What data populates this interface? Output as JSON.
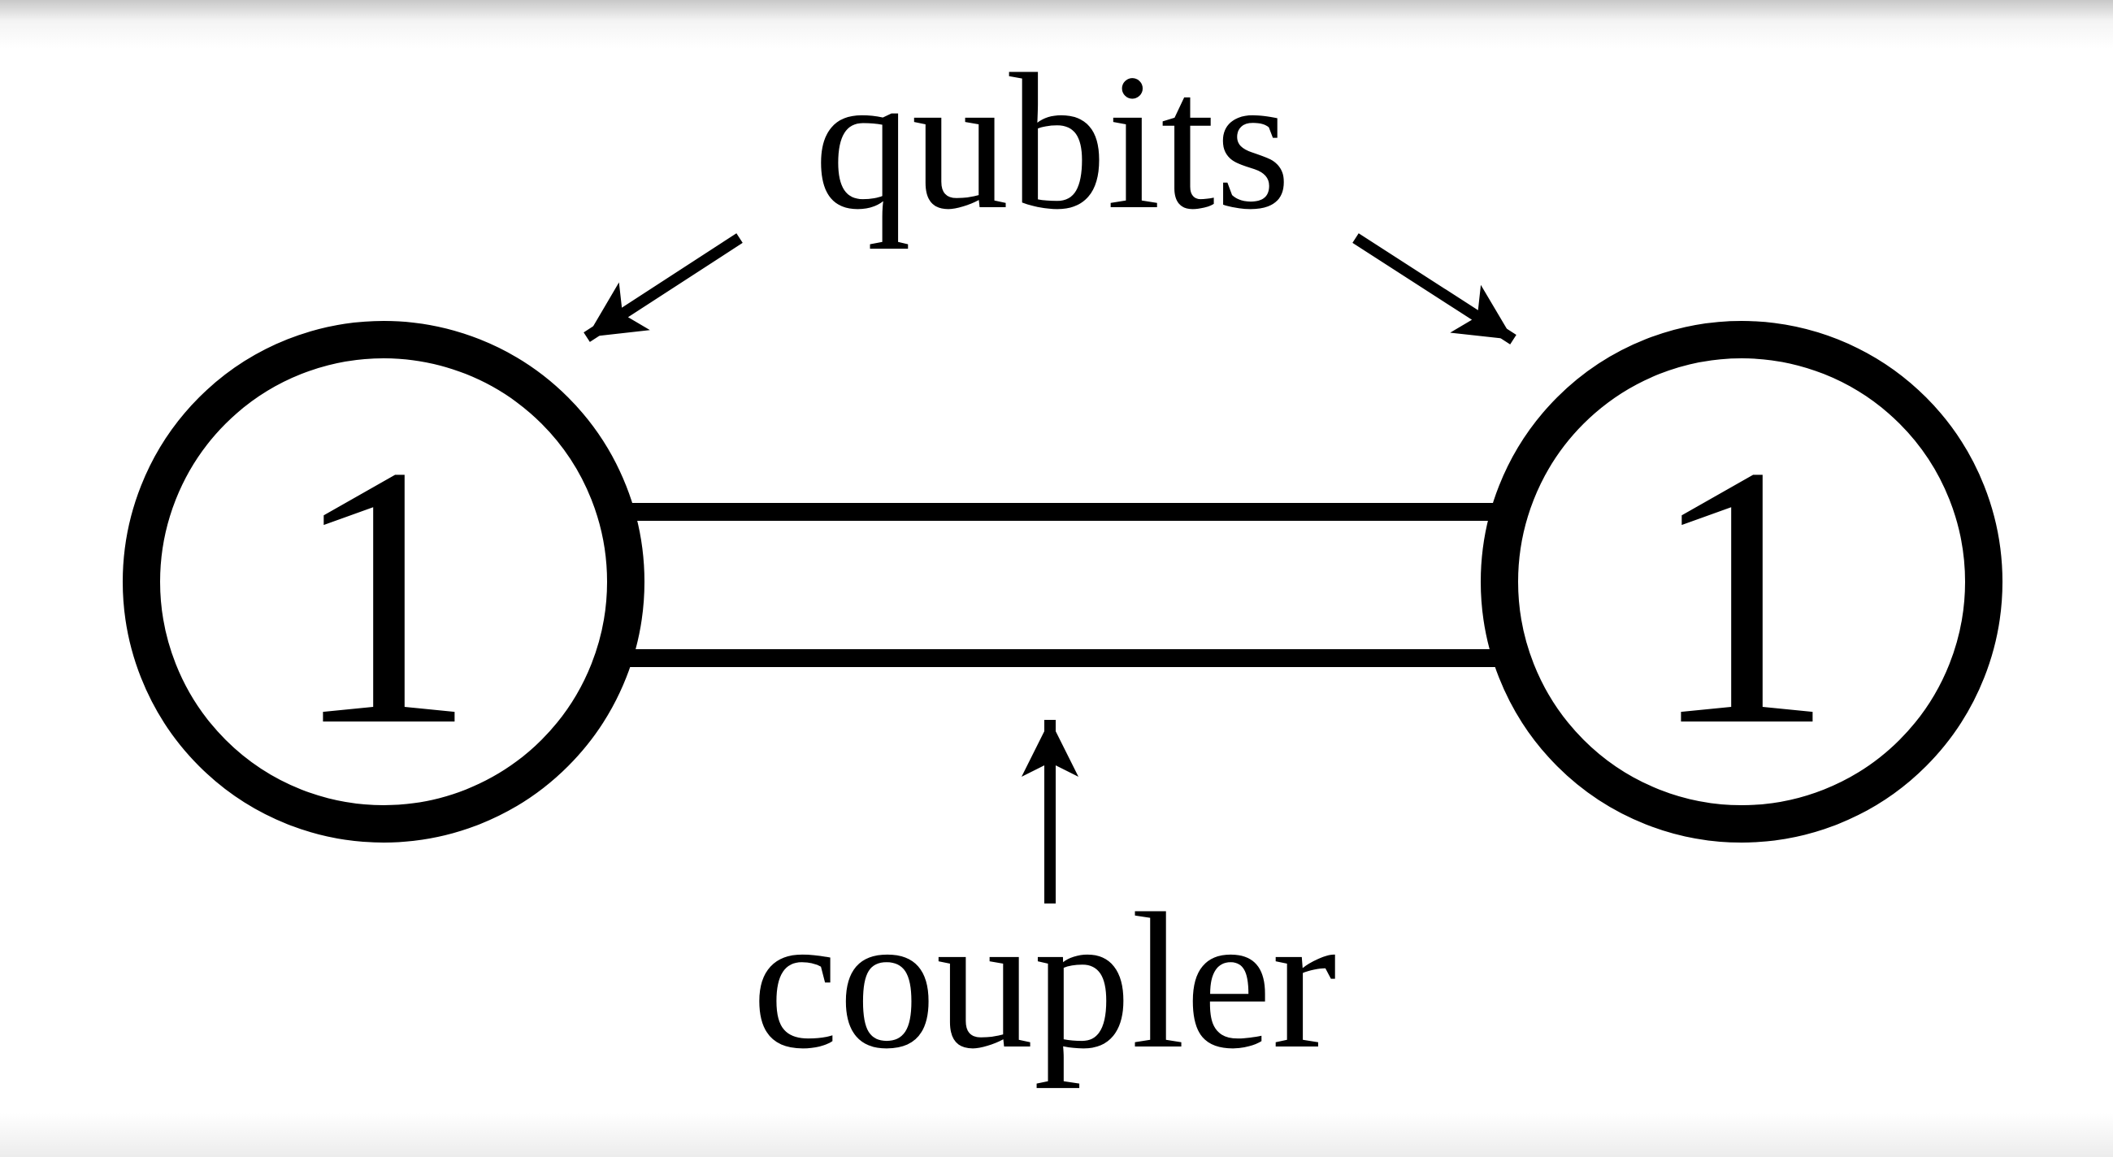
{
  "labels": {
    "qubits": "qubits",
    "coupler": "coupler"
  },
  "nodes": [
    {
      "id": "left",
      "value": "1"
    },
    {
      "id": "right",
      "value": "1"
    }
  ],
  "colors": {
    "ink": "#000000",
    "background": "#ffffff"
  }
}
